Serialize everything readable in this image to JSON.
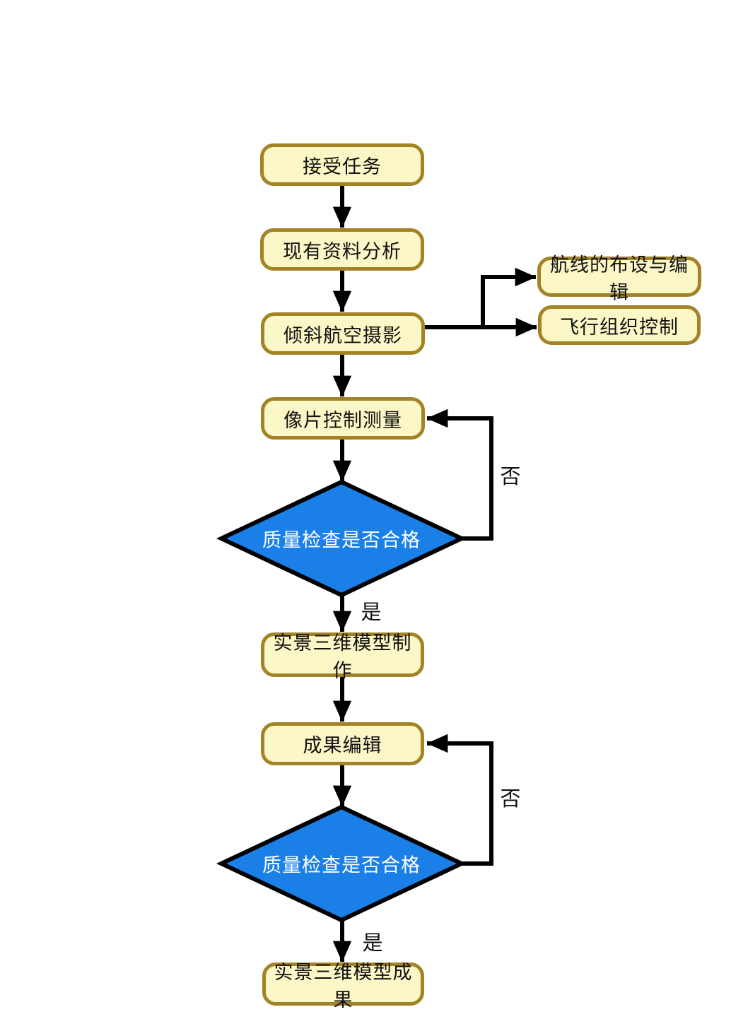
{
  "flowchart": {
    "nodes": {
      "accept_task": "接受任务",
      "data_analysis": "现有资料分析",
      "oblique_photography": "倾斜航空摄影",
      "route_layout": "航线的布设与编辑",
      "flight_control": "飞行组织控制",
      "photo_control_survey": "像片控制测量",
      "quality_check_1": "质量检查是否合格",
      "model_production": "实景三维模型制作",
      "result_editing": "成果编辑",
      "quality_check_2": "质量检查是否合格",
      "model_result": "实景三维模型成果"
    },
    "edge_labels": {
      "no_1": "否",
      "yes_1": "是",
      "no_2": "否",
      "yes_2": "是"
    },
    "colors": {
      "process_fill": "#FBF7C6",
      "process_border": "#A28325",
      "decision_fill": "#1B7FE8",
      "decision_text": "#FFFFFF",
      "arrow": "#000000",
      "text": "#111111",
      "background": "#FFFFFF"
    }
  }
}
